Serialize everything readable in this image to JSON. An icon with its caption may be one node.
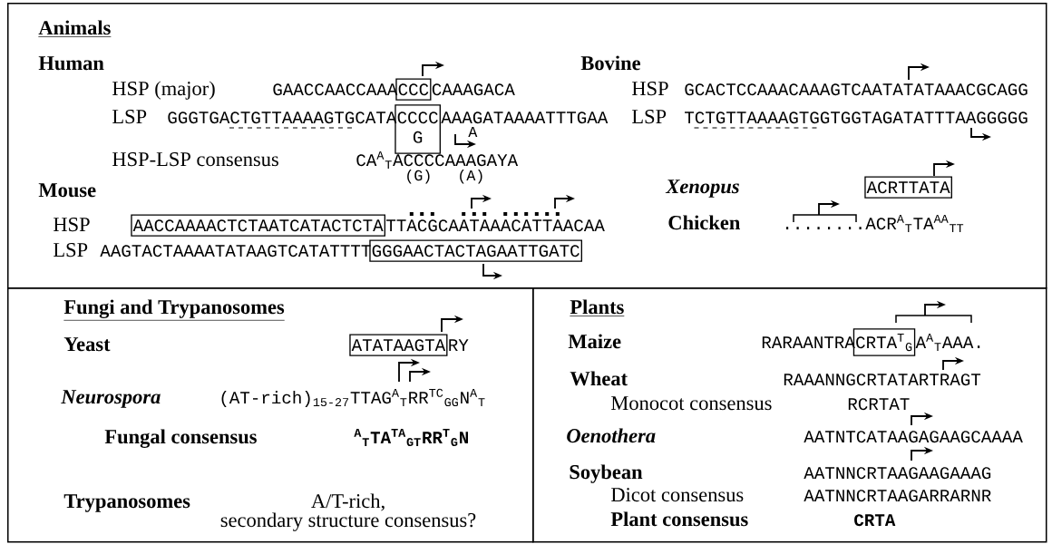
{
  "diagram": {
    "nodes": [
      {
        "text": [
          "Animals"
        ]
      },
      {
        "text": [
          "CCC"
        ],
        "in": 0
      },
      {
        "text": [
          "CCCC",
          "G"
        ],
        "in": 0
      },
      {
        "text": [
          "AACCAAAACTCTAATCATACTCTA"
        ],
        "in": 0
      },
      {
        "text": [
          "GGGAACTACTAGAATTGATC"
        ],
        "in": 0
      },
      {
        "text": [
          "ACRTTATA"
        ],
        "in": 0
      },
      {
        "text": [
          "Fungi and Trypanosomes"
        ]
      },
      {
        "text": [
          "ATATAAGTA"
        ],
        "in": 6
      },
      {
        "text": [
          "Plants"
        ]
      },
      {
        "text": [
          "CRTA$^{T}$$_{G}$"
        ],
        "in": 8
      }
    ],
    "labels": [
      "Human",
      "HSP (major)",
      "GAACCAACCAAA",
      "CAAAGACA",
      "LSP",
      "GGGTGACTGTTAAAAGTGCATA",
      "AAAGATAAAATTTGAA",
      "A",
      "HSP-LSP consensus",
      "CA$^{A}$$_{T}$ACCCCAAAGAYA",
      "(G)",
      "(A)",
      "Bovine",
      "HSP",
      "GCACTCCAAACAAAGTCAATATATAAACGCAGG",
      "LSP",
      "TCTGTTAAAAGTGGTGGTAGATATTTAAGGGGG",
      "Mouse",
      "HSP",
      "TTACGCAATAAACATTAACAA",
      "LSP",
      "AAGTACTAAAATATAAGTCATATTTT",
      "Xenopus",
      "Chicken",
      "........ACR$^{A}$$_{T}$TA$^{AA}$$_{TT}$",
      "Yeast",
      "RY",
      "Neurospora",
      "(AT-rich)$_{15-27}$TTAG$^{A}$$_{T}$RR$^{TC}$$_{GG}$N$^{A}$$_{T}$",
      "Fungal consensus",
      "$^{A}$$_{T}$TA$^{TA}$$_{GT}$RR$^{T}$$_{G}$N",
      "Trypanosomes",
      "A/T-rich,",
      "secondary structure consensus?",
      "Maize",
      "RARAANTRA",
      "A$^{A}$$_{T}$AAA.",
      "Wheat",
      "RAAANNGCRTATARTRAGT",
      "Monocot consensus",
      "RCRTAT",
      "Oenothera",
      "AATNTCATAAGAGAAGCAAAA",
      "Soybean",
      "AATNNCRTAAGAAGAAAG",
      "Dicot consensus",
      "AATNNCRTAAGARRARNR",
      "Plant consensus",
      "CRTA"
    ]
  }
}
